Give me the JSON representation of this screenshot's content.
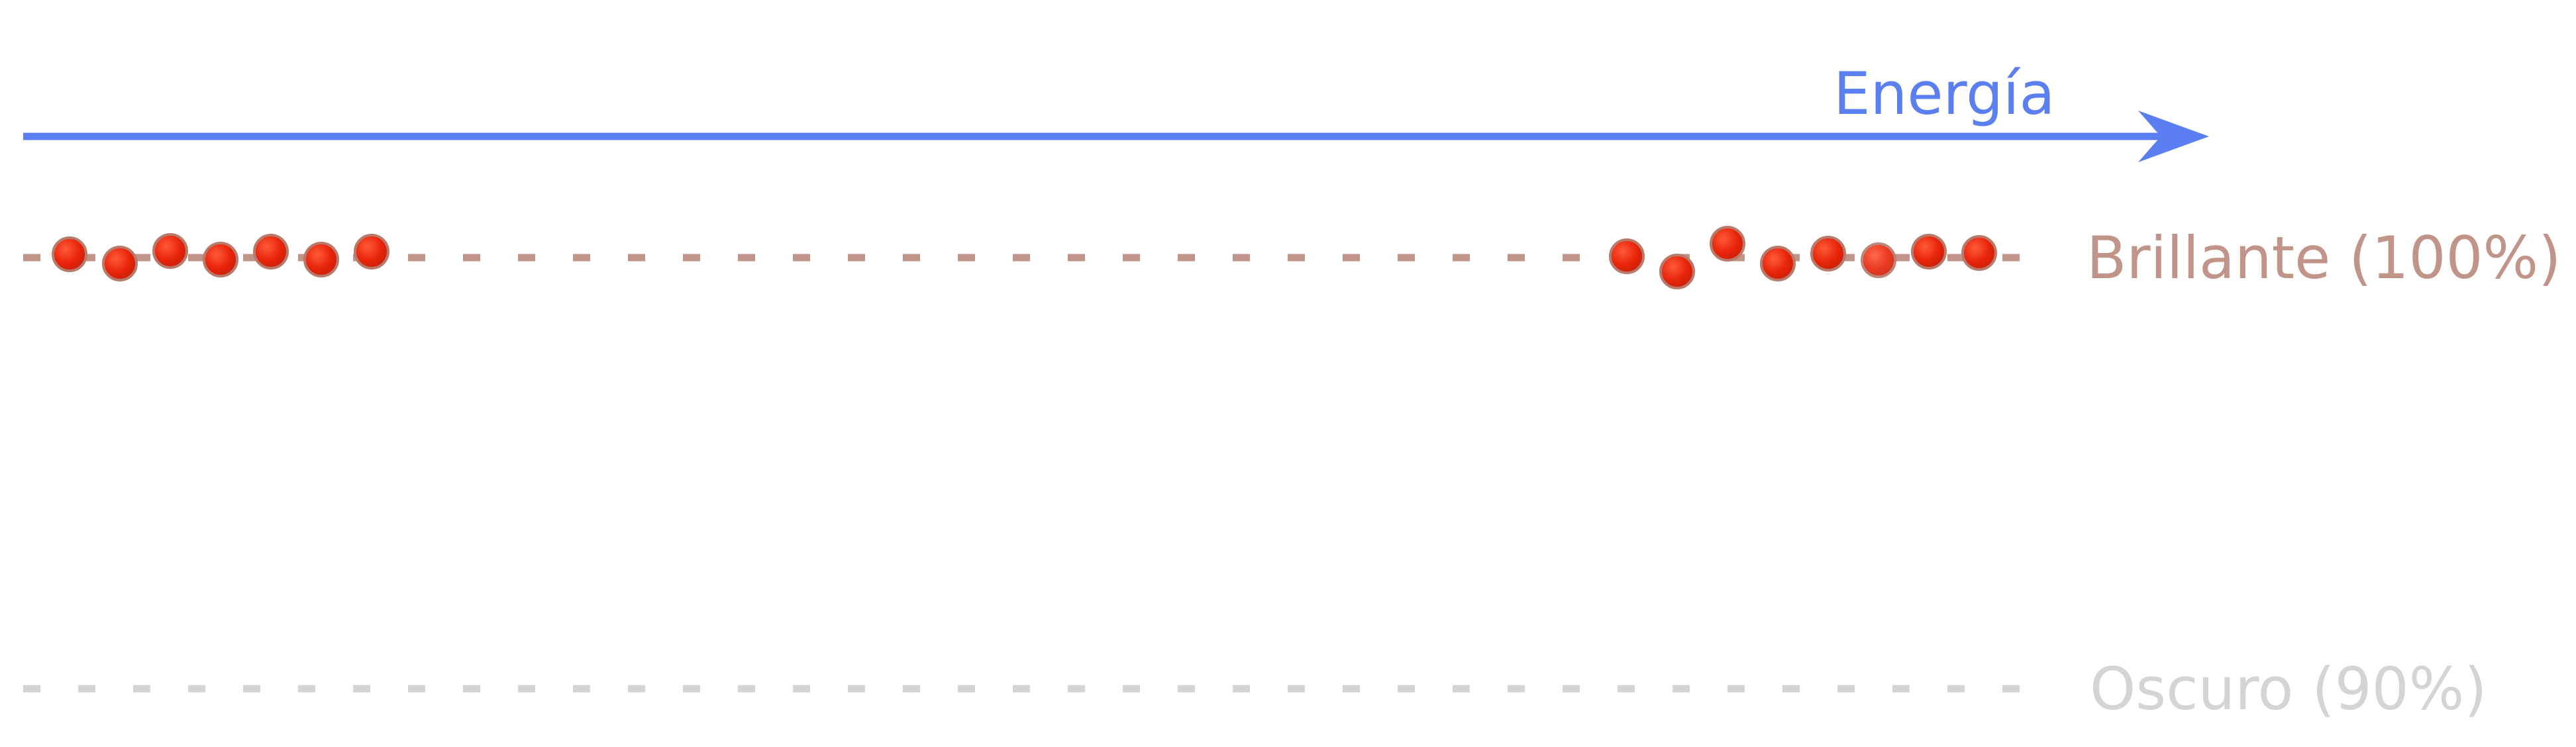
{
  "axis": {
    "label": "Energía",
    "color": "#5b7ff0"
  },
  "levels": [
    {
      "label": "Brillante (100%)",
      "color": "#c09488"
    },
    {
      "label": "Oscuro (90%)",
      "color": "#d4d4d4"
    }
  ],
  "particles": {
    "fill": "#e8240a",
    "stroke": "#b87a6a",
    "left_group_count": 7,
    "right_group_count": 8
  }
}
